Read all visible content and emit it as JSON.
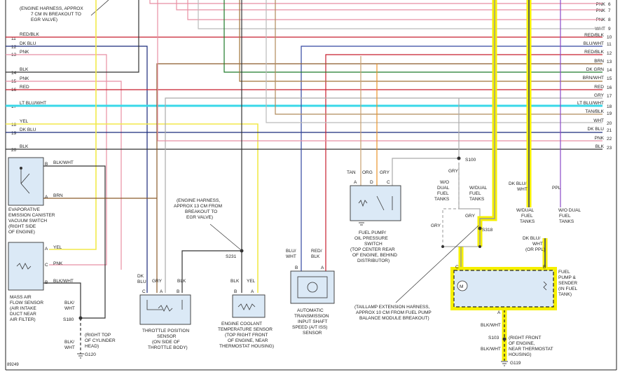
{
  "figure_id": "89249",
  "left_pins": [
    "11",
    "12",
    "13",
    "14",
    "15",
    "16",
    "17",
    "18",
    "19",
    "20"
  ],
  "right_pins": [
    "6",
    "7",
    "8",
    "9",
    "10",
    "11",
    "12",
    "13",
    "14",
    "15",
    "16",
    "17",
    "18",
    "19",
    "20",
    "21",
    "22",
    "23"
  ],
  "top_left_note": [
    "(ENGINE HARNESS, APPROX",
    "7 CM IN BREAKOUT TO",
    "EGR VALVE)"
  ],
  "left_wire_labels": [
    "RED/BLK",
    "DK BLU",
    "PNK",
    "BLK",
    "PNK",
    "RED",
    "LT BLU/WHT",
    "YEL",
    "DK BLU",
    "BLK"
  ],
  "right_wire_labels": [
    "PNK",
    "PNK",
    "PNK",
    "WHT",
    "RED/BLK",
    "BLU/WHT",
    "RED/BLK",
    "BRN",
    "DK GRN",
    "BRN/WHT",
    "RED",
    "GRY",
    "LT BLU/WHT",
    "TAN/BLK",
    "WHT",
    "DK BLU",
    "PNK",
    "BLK"
  ],
  "evap": {
    "pin_b": "B",
    "wire_b": "BLK/WHT",
    "pin_a": "A",
    "wire_a": "BRN",
    "label": [
      "EVAPORATIVE",
      "EMISSION CANISTER",
      "VACUUM SWITCH",
      "(RIGHT SIDE",
      "OF ENGINE)"
    ]
  },
  "maf": {
    "pin_a": "A",
    "wire_a": "YEL",
    "pin_c": "C",
    "wire_c": "PNK",
    "pin_b": "B",
    "wire_b": "BLK/WHT",
    "label": [
      "MASS AIR",
      "FLOW SENSOR",
      "(AIR INTAKE",
      "DUCT NEAR",
      "AIR FILTER)"
    ]
  },
  "ground_s180": {
    "wire_top": [
      "BLK/",
      "WHT"
    ],
    "splice": "S180",
    "wire_bottom": [
      "BLK/",
      "WHT"
    ],
    "note": [
      "(RIGHT TOP",
      "OF CYLINDER",
      "HEAD)"
    ],
    "ground": "G120"
  },
  "tps": {
    "wires": [
      "DK",
      "BLU",
      "GRY",
      "BLK"
    ],
    "pins": [
      "C",
      "A",
      "B"
    ],
    "label": [
      "THROTTLE POSITION",
      "SENSOR",
      "(ON SIDE OF",
      "THROTTLE BODY)"
    ]
  },
  "s231": {
    "splice": "S231",
    "note": [
      "(ENGINE HARNESS,",
      "APPROX 13 CM FROM",
      "BREAKOUT TO",
      "EGR VALVE)"
    ]
  },
  "ect": {
    "wires": [
      "BLK",
      "YEL"
    ],
    "pins": [
      "B",
      "A"
    ],
    "label": [
      "ENGINE COOLANT",
      "TEMPERATURE SENSOR",
      "(TOP RIGHT FRONT",
      "OF ENGINE, NEAR",
      "THERMOSTAT HOUSING)"
    ]
  },
  "iss": {
    "wires": [
      "BLU/",
      "WHT",
      "RED/",
      "BLK"
    ],
    "pins": [
      "B",
      "A"
    ],
    "label": [
      "AUTOMATIC",
      "TRANSMISSION",
      "INPUT SHAFT",
      "SPEED (A/T ISS)",
      "SENSOR"
    ]
  },
  "fuel_switch": {
    "wires": [
      "TAN",
      "ORG",
      "GRY"
    ],
    "pins": [
      "A",
      "D",
      "C"
    ],
    "splice": "S100",
    "label": [
      "FUEL PUMP/",
      "OIL PRESSURE",
      "SWITCH",
      "(TOP CENTER REAR",
      "OF ENGINE, BEHIND",
      "DISTRIBUTOR)"
    ]
  },
  "tank_options": {
    "gry_top": "GRY",
    "wo_dual": [
      "W/O",
      "DUAL",
      "FUEL",
      "TANKS"
    ],
    "w_dual": [
      "W/DUAL",
      "FUEL",
      "TANKS"
    ],
    "gry_left": "GRY",
    "gry_mid": "GRY",
    "splice": "S318"
  },
  "right_tank": {
    "dkblu": [
      "DK BLU/",
      "WHT"
    ],
    "ppl": "PPL",
    "w_dual": [
      "W/DUAL",
      "FUEL",
      "TANKS"
    ],
    "wo_dual": [
      "W/O DUAL",
      "FUEL",
      "TANKS"
    ],
    "or_ppl": [
      "DK BLU/",
      "WHT",
      "(OR PPL)"
    ]
  },
  "pump": {
    "pin_c": "C",
    "pin_b": "B",
    "pin_a": "A",
    "motor": "M",
    "label": [
      "FUEL",
      "PUMP &",
      "SENDER",
      "(IN FUEL",
      "TANK)"
    ]
  },
  "taillamp_note": [
    "(TAILLAMP EXTENSION HARNESS,",
    "APPROX 10 CM FROM FUEL PUMP",
    "BALANCE MODULE BREAKOUT)"
  ],
  "ground_g119": {
    "wire_top": "BLK/WHT",
    "splice": "S103",
    "wire_bottom": "BLK/WHT",
    "note": [
      "(RIGHT FRONT",
      "OF ENGINE,",
      "NEAR THERMOSTAT",
      "HOUSING)"
    ],
    "ground": "G119"
  }
}
